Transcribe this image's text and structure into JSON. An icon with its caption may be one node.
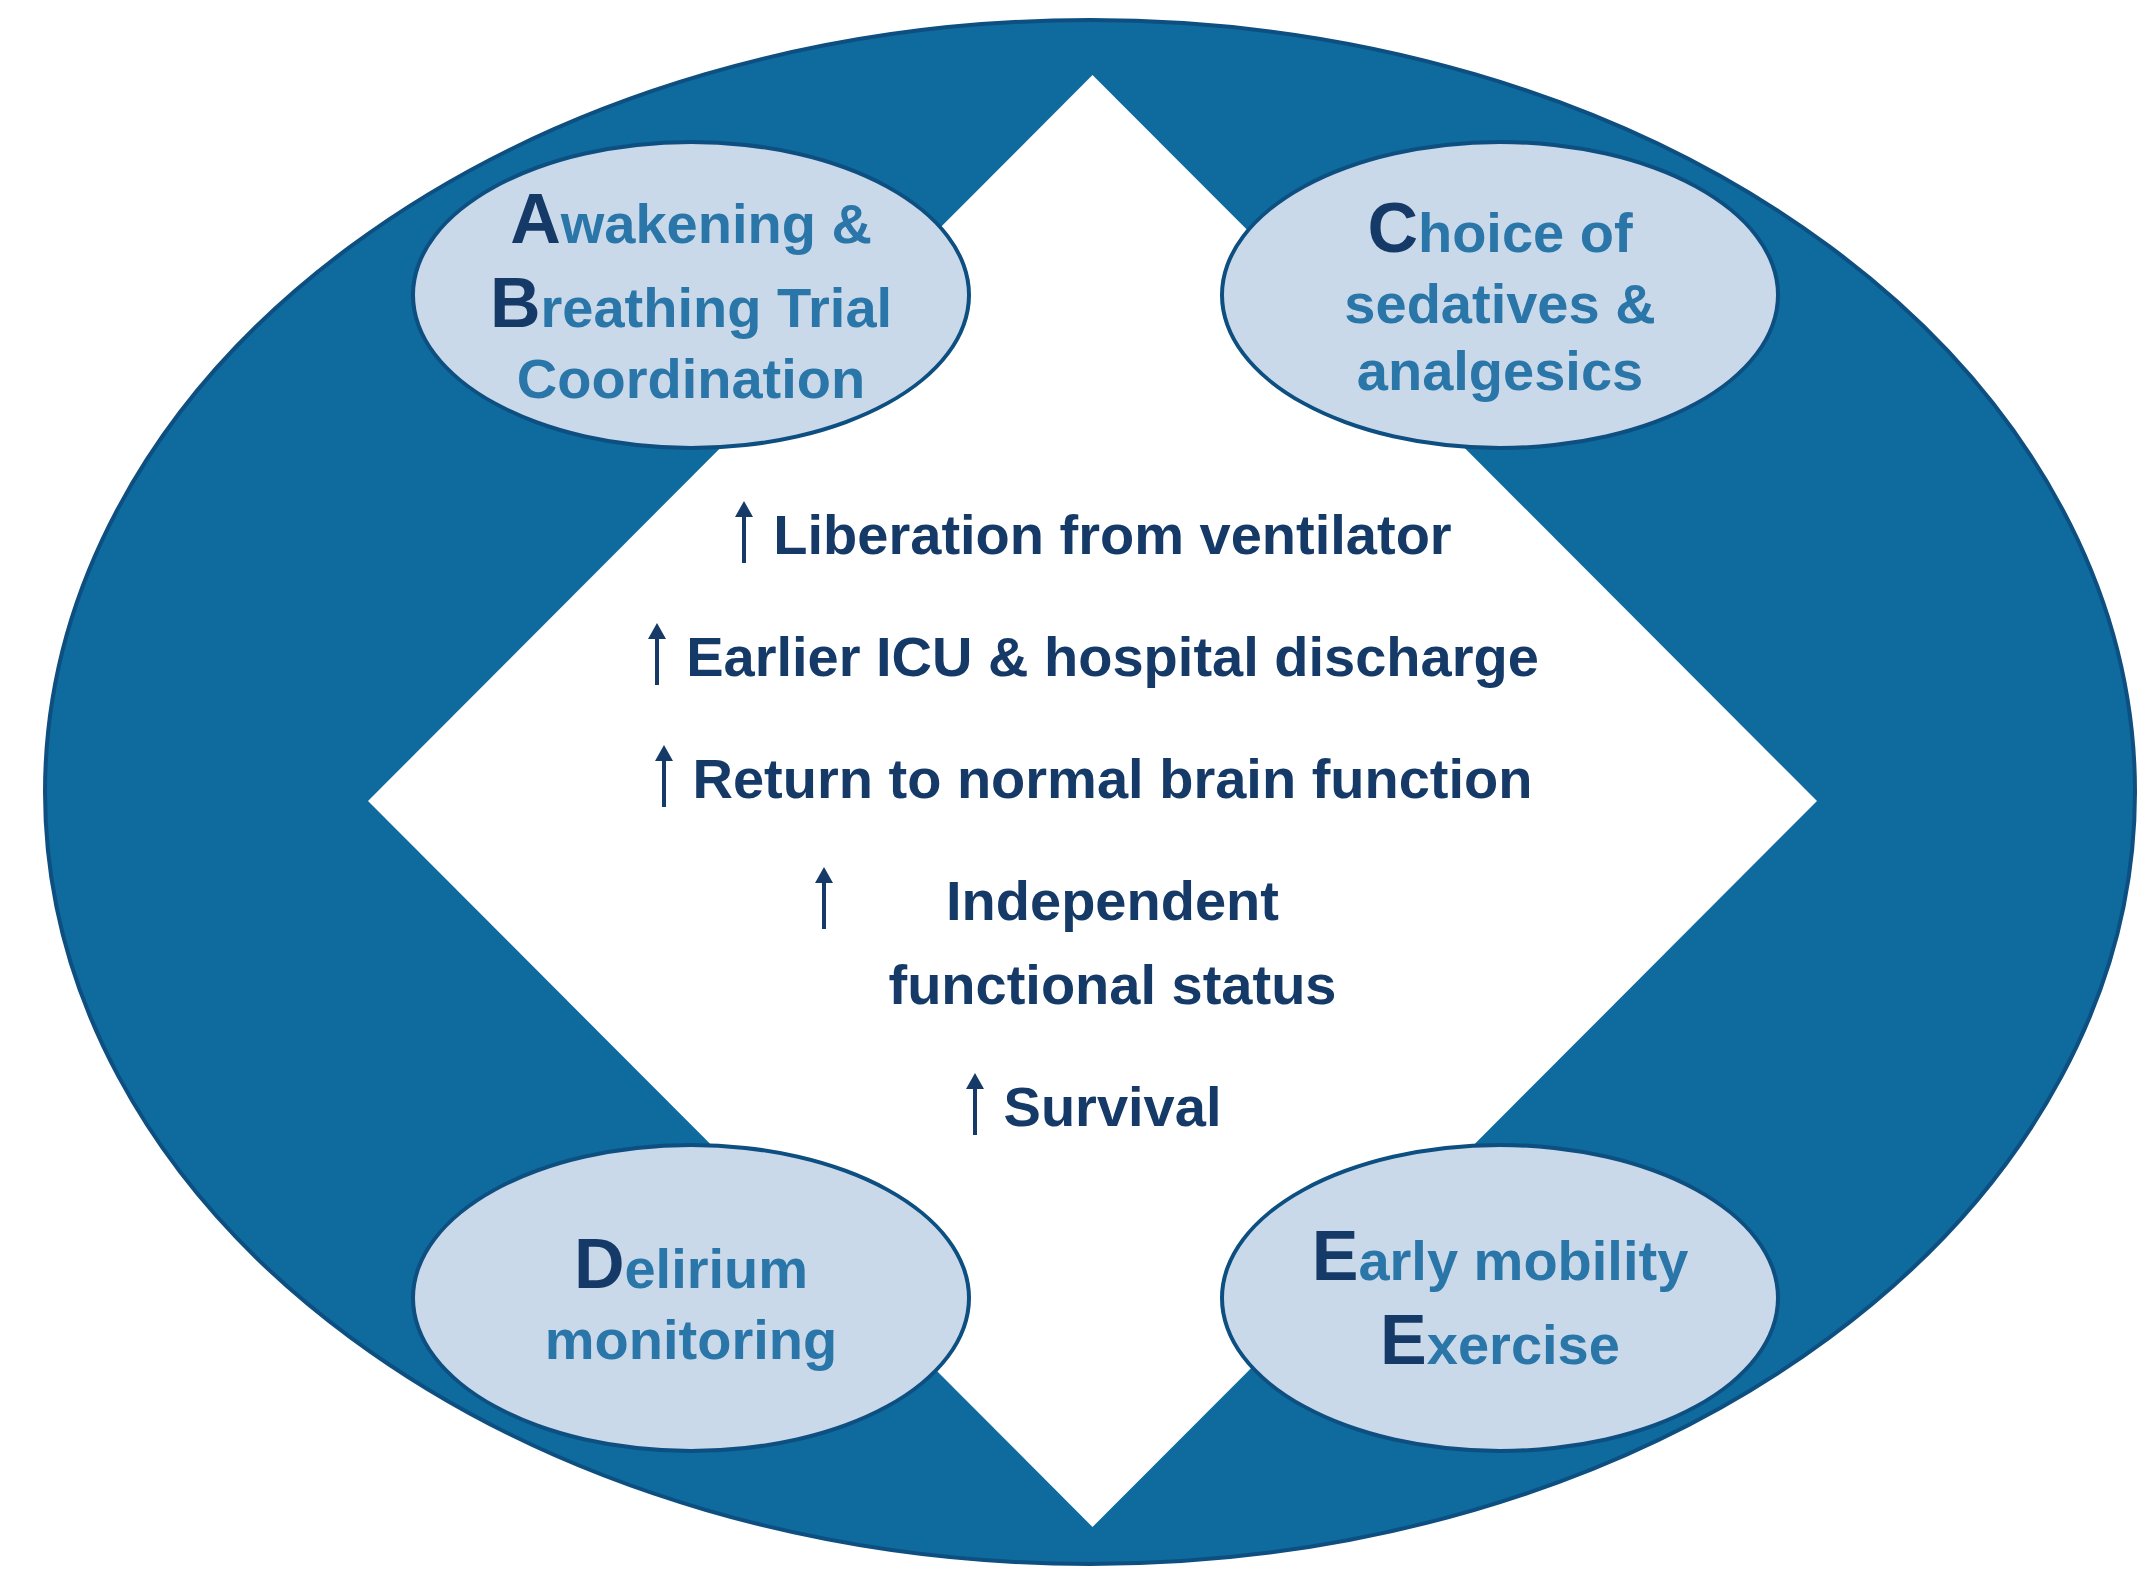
{
  "diagram": {
    "nodes": [
      {
        "text": [
          "**A**wakening & **B**reathing Trial Coordination"
        ]
      },
      {
        "text": [
          "**C**hoice of sedatives & analgesics"
        ]
      },
      {
        "text": [
          "Liberation from ventilator",
          "Earlier ICU & hospital discharge",
          "Return to normal brain function",
          "Independent functional status",
          "Survival"
        ]
      },
      {
        "text": [
          "**D**elirium monitoring"
        ]
      },
      {
        "text": [
          "**E**arly mobility **E**xercise"
        ]
      }
    ]
  }
}
